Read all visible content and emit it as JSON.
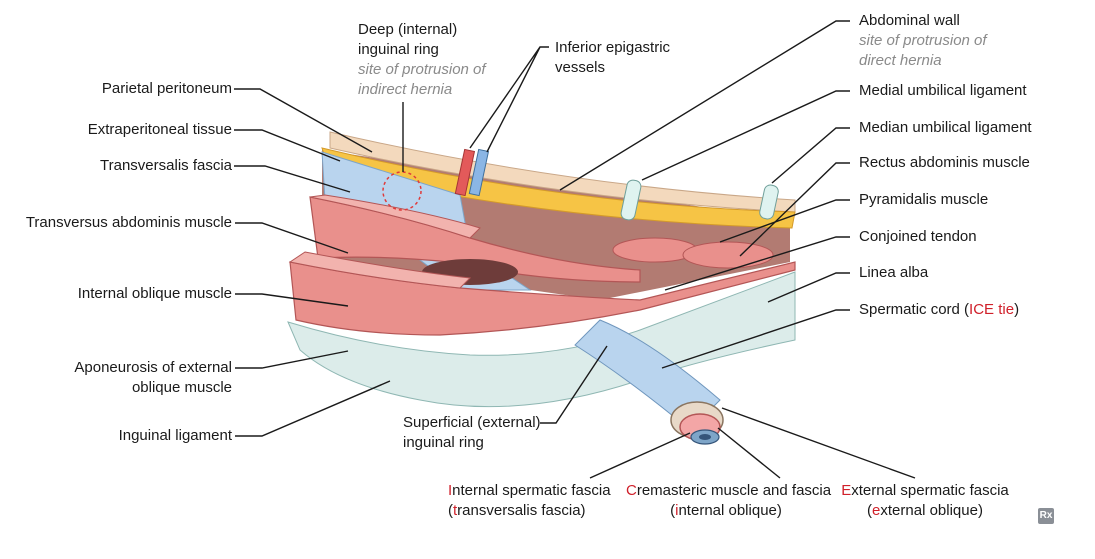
{
  "labels": {
    "deep_ring": {
      "l1": "Deep (internal)",
      "l2": "inguinal ring",
      "n1": "site of protrusion of",
      "n2": "indirect hernia"
    },
    "epigastric": {
      "l1": "Inferior epigastric",
      "l2": "vessels"
    },
    "abdominal_wall": {
      "l1": "Abdominal wall",
      "n1": "site of protrusion of",
      "n2": "direct hernia"
    },
    "parietal_peritoneum": "Parietal peritoneum",
    "extraperitoneal": "Extraperitoneal tissue",
    "transversalis": "Transversalis fascia",
    "transversus": "Transversus abdominis muscle",
    "internal_oblique": "Internal oblique muscle",
    "aponeurosis": {
      "l1": "Aponeurosis of external",
      "l2": "oblique muscle"
    },
    "inguinal_ligament": "Inguinal ligament",
    "medial_umbilical": "Medial umbilical ligament",
    "median_umbilical": "Median umbilical ligament",
    "rectus": "Rectus abdominis muscle",
    "pyramidalis": "Pyramidalis muscle",
    "conjoined": "Conjoined tendon",
    "linea_alba": "Linea alba",
    "spermatic_cord": {
      "text": "Spermatic cord (",
      "tie": "ICE tie",
      "close": ")"
    },
    "superficial_ring": {
      "l1": "Superficial (external)",
      "l2": "inguinal ring"
    },
    "internal_spermatic": {
      "c1": "I",
      "r1": "nternal spermatic fascia",
      "p2a": "(",
      "c2": "t",
      "r2": "ransversalis fascia)"
    },
    "cremasteric": {
      "c1": "C",
      "r1": "remasteric muscle and fascia",
      "p2a": "(",
      "c2": "i",
      "r2": "nternal oblique)"
    },
    "external_spermatic": {
      "c1": "E",
      "r1": "xternal spermatic fascia",
      "p2a": "(",
      "c2": "e",
      "r2": "xternal oblique)"
    }
  },
  "logo_text": "Rx",
  "colors": {
    "muscle": "#e9908c",
    "muscle_dark": "#c9696a",
    "fat": "#f6c445",
    "peritoneum": "#f3d9bd",
    "fascia_blue": "#b9d4ee",
    "aponeurosis": "#dcecea",
    "highlight": "#d0202a"
  }
}
